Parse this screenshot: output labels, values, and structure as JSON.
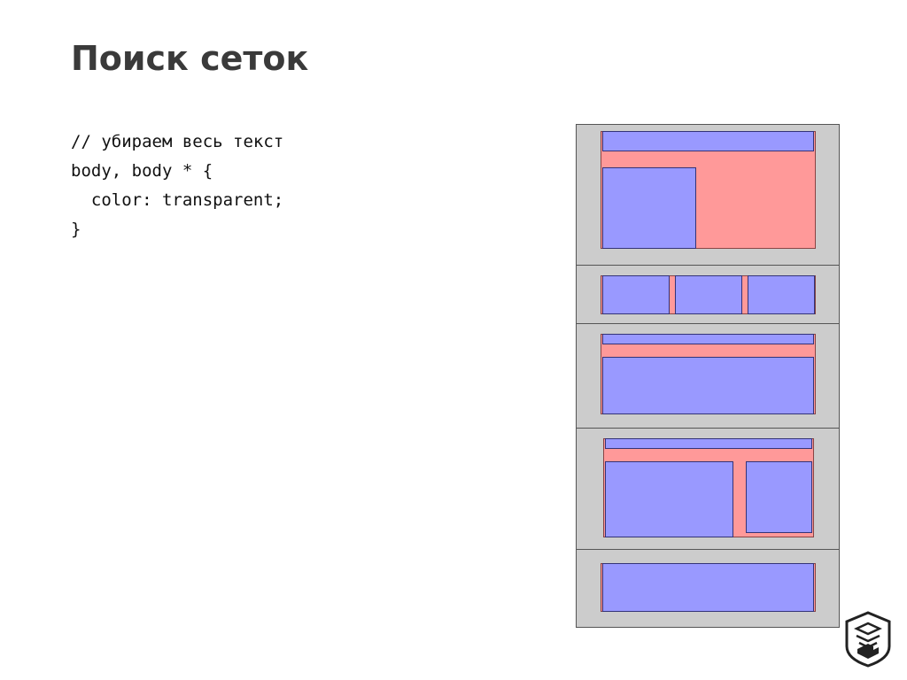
{
  "slide": {
    "title": "Поиск сеток",
    "code_lines": [
      "// убираем весь текст",
      "body, body * {",
      "  color: transparent;",
      "}"
    ]
  },
  "colors": {
    "row_background": "#cccccc",
    "container": "#ff9999",
    "block": "#9999ff",
    "title_text": "#3a3a3a"
  },
  "icons": {
    "logo": "shield-stairs-logo-icon"
  }
}
